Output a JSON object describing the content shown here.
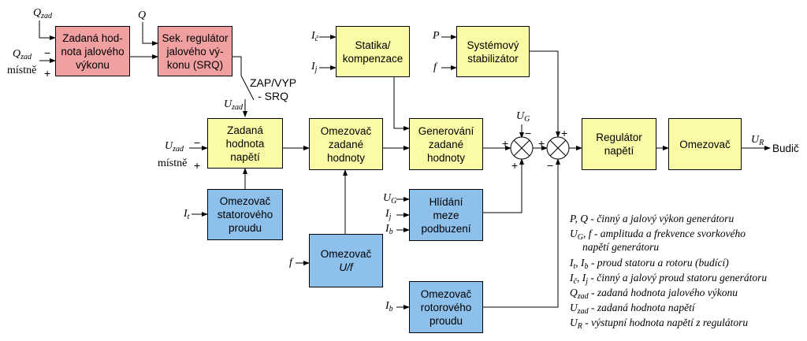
{
  "blocks": {
    "zadana_jal": "Zadaná hod-\nnota jalového\nvýkonu",
    "sek_reg": "Sek. regulátor\njalového vý-\nkonu (SRQ)",
    "zadana_nap": "Zadaná\nhodnota\nnapětí",
    "omez_zadane": "Omezovač\nzadané\nhodnoty",
    "statika": "Statika/\nkompenzace",
    "generovani": "Generování\nzadané\nhodnoty",
    "systemovy": "Systémový\nstabilizátor",
    "regulator": "Regulátor\nnapětí",
    "omezovac": "Omezovač",
    "omez_stator": "Omezovač\nstatorového\nproudu",
    "omez_uf_title": "Omezovač",
    "omez_uf_sub": "U/f",
    "hlidani": "Hlídání\nmeze\npodbuzení",
    "omez_rotor": "Omezovač\nrotorového\nproudu"
  },
  "signals": {
    "Q": "Q",
    "Q_zad": "Q",
    "zad_sub": "zad",
    "mistne": "místně",
    "U": "U",
    "P": "P",
    "f": "f",
    "I": "I",
    "c_sub": "č",
    "j_sub": "j",
    "t_sub": "t",
    "b_sub": "b",
    "G_sub": "G",
    "R_sub": "R",
    "budic": "Budič",
    "zap_vyp": "ZAP/VYP\n- SRQ",
    "plus": "+",
    "minus": "−"
  },
  "legend": {
    "l1": "P, Q - činný a jalový výkon generátoru",
    "l2a": " - amplituda a frekvence svorkového",
    "l2b": "napětí generátoru",
    "l3": " - proud statoru a rotoru (budící)",
    "l4": " - činný a jalový proud statoru generátoru",
    "l5": " - zadaná hodnota jalového výkonu",
    "l6": " - zadaná hodnota napětí",
    "l7": " - výstupní hodnota napětí z regulátoru"
  },
  "colors": {
    "red_block": "#f0a0a0",
    "yellow_block": "#fbfba6",
    "blue_block": "#8ec0ec"
  }
}
